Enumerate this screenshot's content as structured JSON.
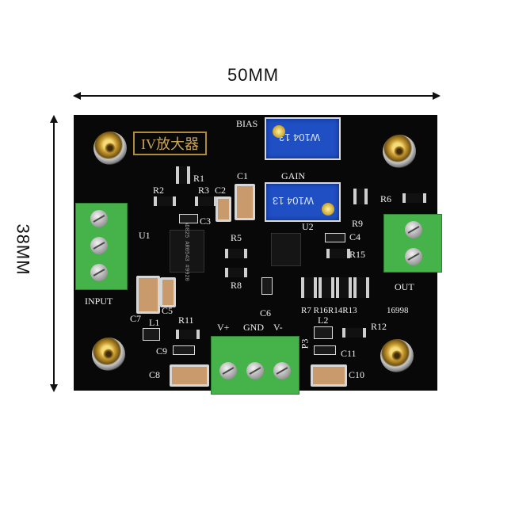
{
  "dimensions": {
    "width_label": "50MM",
    "height_label": "38MM"
  },
  "board_labels": {
    "logo": "IV放大器",
    "bias": "BIAS",
    "gain": "GAIN",
    "input": "INPUT",
    "out": "OUT",
    "vplus": "V+",
    "gnd": "GND",
    "vminus": "V-",
    "serial": "16998",
    "u1": "U1",
    "u2": "U2",
    "r1": "R1",
    "r2": "R2",
    "r3": "R3",
    "r5": "R5",
    "r6": "R6",
    "r8": "R8",
    "r9": "R9",
    "r11": "R11",
    "r12": "R12",
    "r15": "R15",
    "r7_r16_r14_r13": "R7 R16R14R13",
    "c1": "C1",
    "c2": "C2",
    "c3": "C3",
    "c4": "C4",
    "c5": "C5",
    "c6": "C6",
    "c7": "C7",
    "c8": "C8",
    "c9": "C9",
    "c10": "C10",
    "c11": "C11",
    "l1": "L1",
    "l2": "L2",
    "p3": "P3"
  },
  "chip_labels": {
    "u1_marking": "AD825 AR0543 #9920"
  },
  "pot_labels": {
    "bias_pot": "W104 13",
    "gain_pot": "W104 13"
  },
  "colors": {
    "board": "#080808",
    "terminal": "#46b24a",
    "potentiometer": "#1f4fc2",
    "silkscreen": "#f2f2f2"
  }
}
